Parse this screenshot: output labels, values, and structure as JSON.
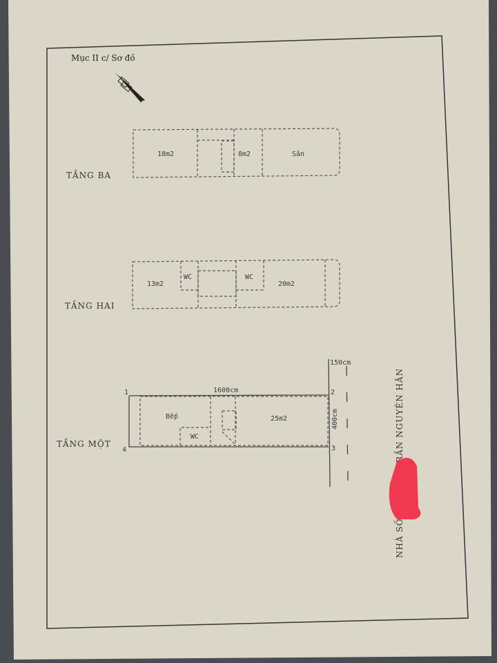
{
  "document": {
    "section_title": "Mục II c/ Sơ đồ",
    "address": "NHÀ SỐ 266 PHỐ TRẦN NGUYÊN HÃN",
    "redaction_color": "#f0384f"
  },
  "floors": {
    "third": {
      "label": "TẦNG BA",
      "rooms": [
        "18m2",
        "8m2",
        "Sân"
      ]
    },
    "second": {
      "label": "TẦNG HAI",
      "rooms": [
        "13m2",
        "WC",
        "WC",
        "20m2"
      ]
    },
    "first": {
      "label": "TẦNG MỘT",
      "rooms": [
        "Bếp",
        "WC",
        "25m2"
      ],
      "length": "1600cm",
      "width": "400cm",
      "street_width": "150cm",
      "corners": [
        "1",
        "2",
        "3",
        "4"
      ]
    }
  }
}
